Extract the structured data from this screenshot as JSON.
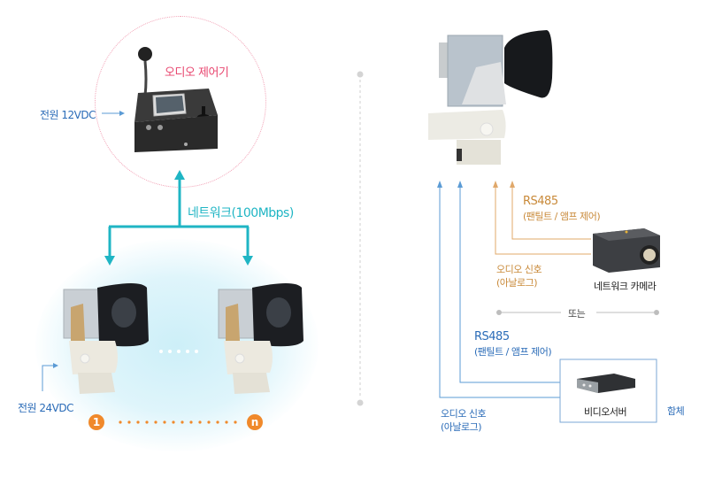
{
  "left_panel": {
    "audio_controller": {
      "label": "오디오 제어기",
      "power_label": "전원 12VDC"
    },
    "network_label": "네트워크(100Mbps)",
    "speakers": {
      "power_label": "전원 24VDC",
      "first_badge": "1",
      "last_badge": "n"
    }
  },
  "right_panel": {
    "network_camera_option": {
      "rs485_label": "RS485",
      "rs485_sub": "(팬틸트 / 앰프 제어)",
      "audio_label": "오디오 신호",
      "audio_sub": "(아날로그)",
      "device_label": "네트워크 카메라"
    },
    "separator_label": "또는",
    "video_server_option": {
      "rs485_label": "RS485",
      "rs485_sub": "(팬틸트 / 앰프 제어)",
      "audio_label": "오디오 신호",
      "audio_sub": "(아날로그)",
      "device_label": "비디오서버",
      "enclosure_label": "함체"
    }
  },
  "colors": {
    "network": "#1fb5c4",
    "analog_blue": "#5b9bd5",
    "camera_orange": "#e0a86a",
    "controller_label": "#e8466f"
  }
}
